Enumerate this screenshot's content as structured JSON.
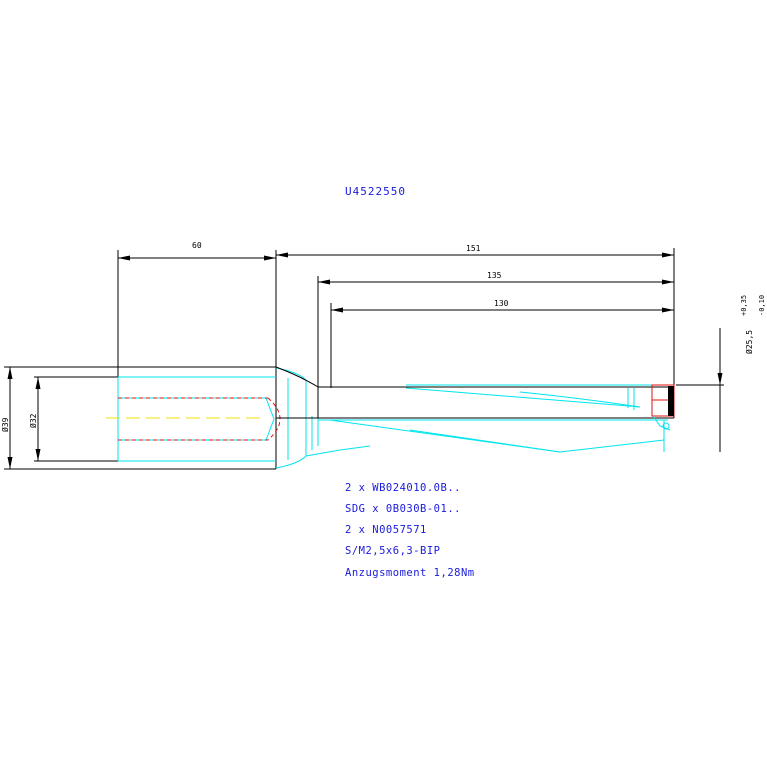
{
  "drawing": {
    "part_number": "U4522550",
    "dimensions": {
      "shank_length": "60",
      "overall_length": "151",
      "length_135": "135",
      "length_130": "130",
      "dia_outer": "Ø39",
      "dia_shank": "Ø32",
      "dia_cut": "Ø25,5",
      "dia_tol_upper": "+0,35",
      "dia_tol_lower": "-0,10"
    },
    "notes": [
      "2 x WB024010.0B..",
      "SDG x 0B030B-01..",
      "2 x N0057571",
      "S/M2,5x6,3-BIP",
      "Anzugsmoment 1,28Nm"
    ]
  },
  "colors": {
    "outline": "#000000",
    "hidden": "#00e5ee",
    "insert": "#e01010",
    "centerline": "#f0e000",
    "annotation": "#1a1adc"
  }
}
